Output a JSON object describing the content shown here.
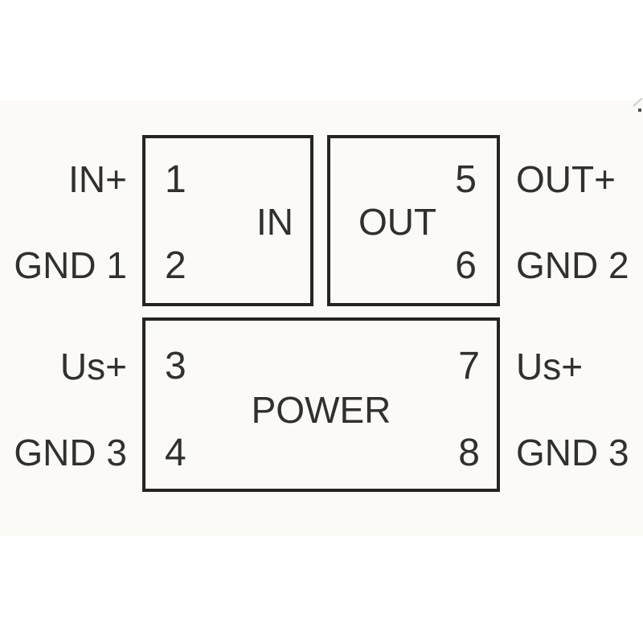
{
  "diagram": {
    "type": "terminal-connection-diagram",
    "blocks": {
      "in": {
        "label": "IN",
        "terminal_top": "1",
        "terminal_bottom": "2"
      },
      "out": {
        "label": "OUT",
        "terminal_top": "5",
        "terminal_bottom": "6"
      },
      "power": {
        "label": "POWER",
        "terminal_top_left": "3",
        "terminal_bottom_left": "4",
        "terminal_top_right": "7",
        "terminal_bottom_right": "8"
      }
    },
    "left_labels": {
      "row1": "IN+",
      "row2": "GND 1",
      "row3": "Us+",
      "row4": "GND 3"
    },
    "right_labels": {
      "row1": "OUT+",
      "row2": "GND 2",
      "row3": "Us+",
      "row4": "GND 3"
    },
    "colors": {
      "line": "#242424",
      "text": "#303030",
      "background": "#ffffff",
      "band": "#fbfaf7"
    }
  }
}
